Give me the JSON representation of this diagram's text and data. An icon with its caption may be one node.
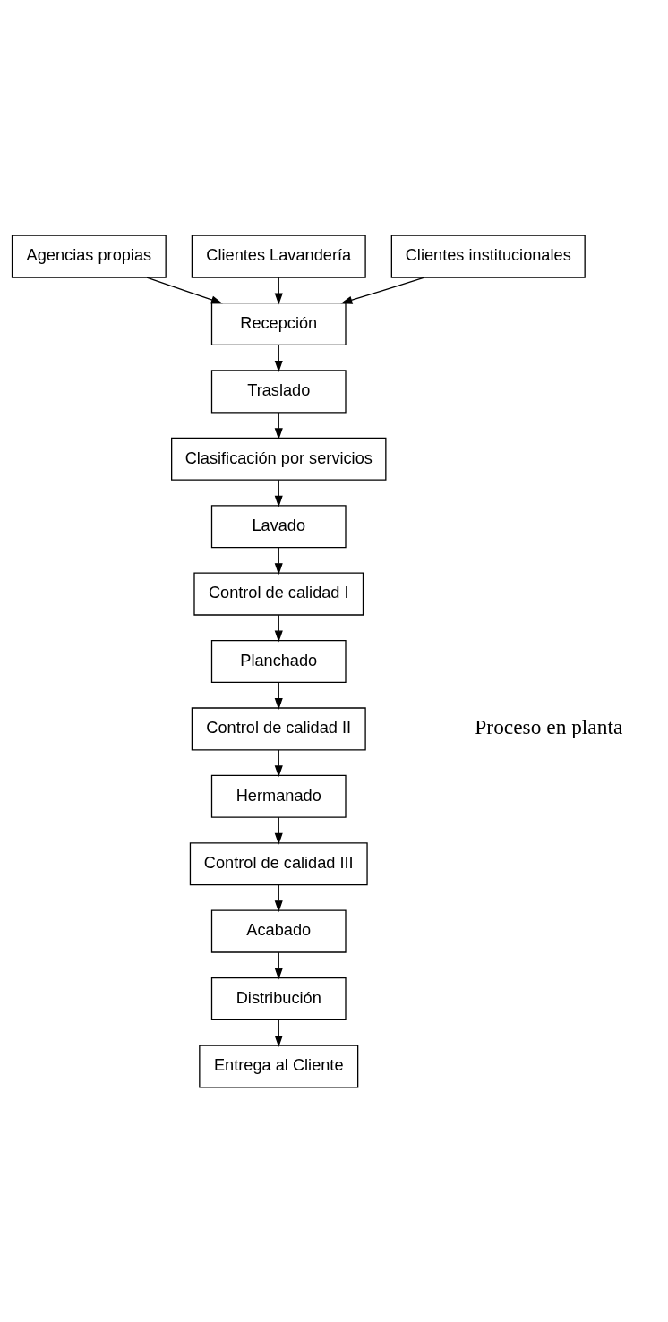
{
  "diagram": {
    "nodes": [
      {
        "text": [
          "Agencias propias"
        ]
      },
      {
        "text": [
          "Clientes Lavandería"
        ]
      },
      {
        "text": [
          "Clientes institucionales"
        ]
      },
      {
        "text": [
          "Recepción"
        ]
      },
      {
        "text": [
          "Traslado"
        ]
      },
      {
        "text": [
          "Clasificación por servicios"
        ]
      },
      {
        "text": [
          "Lavado"
        ]
      },
      {
        "text": [
          "Control de calidad I"
        ]
      },
      {
        "text": [
          "Planchado"
        ]
      },
      {
        "text": [
          "Control de calidad II"
        ]
      },
      {
        "text": [
          "Hermanado"
        ]
      },
      {
        "text": [
          "Control de calidad III"
        ]
      },
      {
        "text": [
          "Acabado"
        ]
      },
      {
        "text": [
          "Distribución"
        ]
      },
      {
        "text": [
          "Entrega al Cliente"
        ]
      }
    ],
    "edges": [
      {
        "from": 0,
        "to": 3,
        "arrow": "to"
      },
      {
        "from": 1,
        "to": 3,
        "arrow": "to"
      },
      {
        "from": 2,
        "to": 3,
        "arrow": "to"
      },
      {
        "from": 3,
        "to": 4,
        "arrow": "to"
      },
      {
        "from": 4,
        "to": 5,
        "arrow": "to"
      },
      {
        "from": 5,
        "to": 6,
        "arrow": "to"
      },
      {
        "from": 6,
        "to": 7,
        "arrow": "to"
      },
      {
        "from": 7,
        "to": 8,
        "arrow": "to"
      },
      {
        "from": 8,
        "to": 9,
        "arrow": "to"
      },
      {
        "from": 9,
        "to": 10,
        "arrow": "to"
      },
      {
        "from": 10,
        "to": 11,
        "arrow": "to"
      },
      {
        "from": 11,
        "to": 12,
        "arrow": "to"
      },
      {
        "from": 12,
        "to": 13,
        "arrow": "to"
      },
      {
        "from": 13,
        "to": 14,
        "arrow": "to"
      }
    ],
    "labels": [
      "Proceso en planta"
    ]
  }
}
